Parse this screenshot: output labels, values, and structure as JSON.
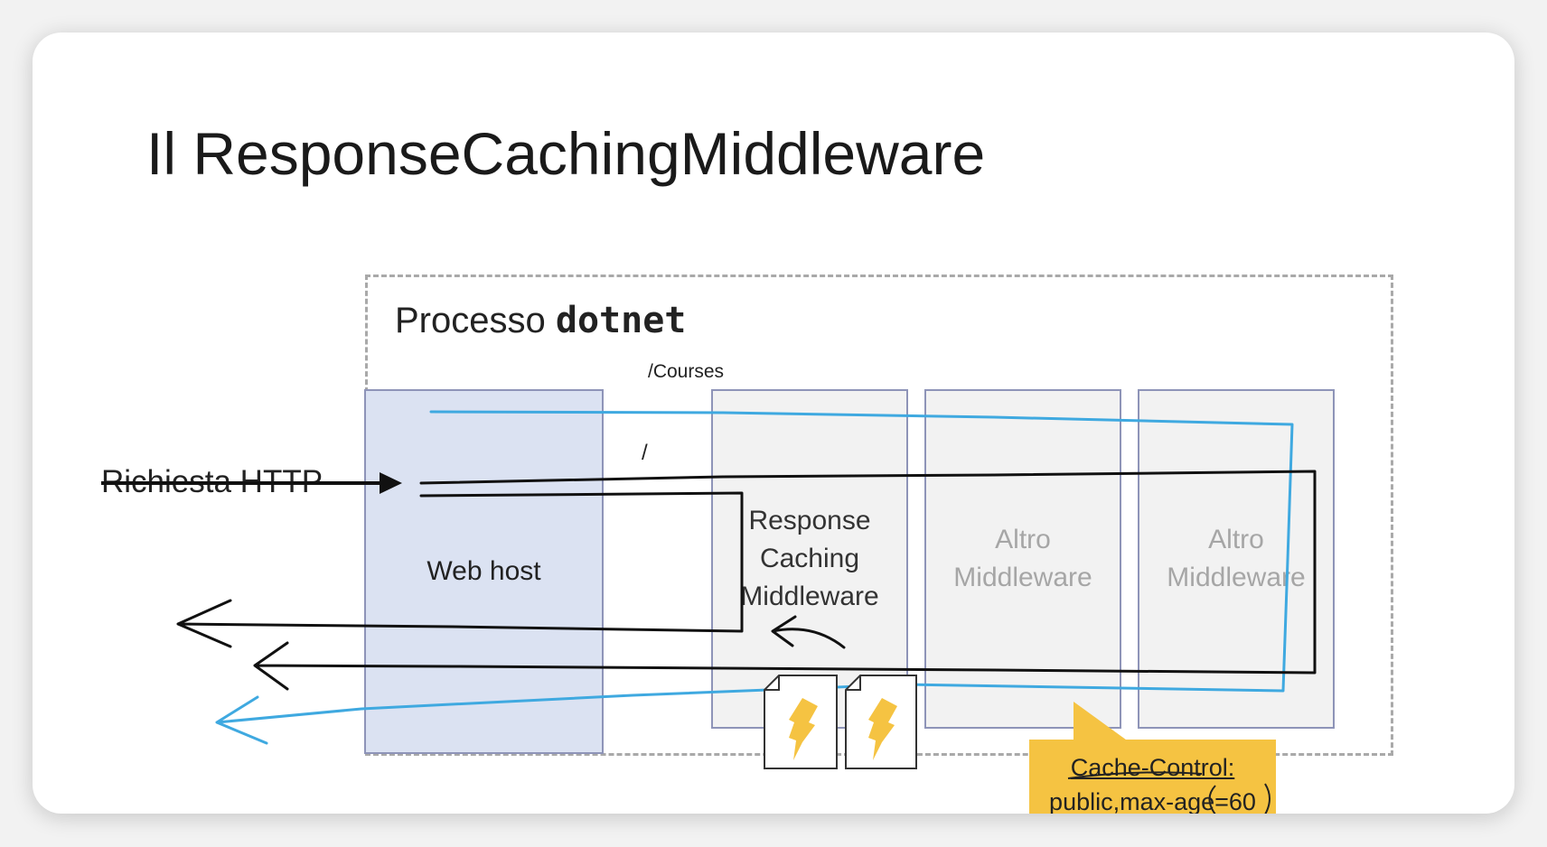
{
  "title": "Il ResponseCachingMiddleware",
  "process_label": {
    "prefix": "Processo",
    "name": "dotnet"
  },
  "path_courses": "/Courses",
  "path_root": "/",
  "request_label": "Richiesta HTTP",
  "boxes": {
    "web_host": "Web host",
    "response_caching": [
      "Response",
      "Caching",
      "Middleware"
    ],
    "other_1": [
      "Altro",
      "Middleware"
    ],
    "other_2": [
      "Altro",
      "Middleware"
    ]
  },
  "callout": {
    "line1": "Cache-Control:",
    "line2": "public,max-age=60"
  },
  "colors": {
    "accent_blue": "#3fa9e0",
    "callout": "#f5c342",
    "web_host_fill": "#dbe2f2"
  },
  "icons": [
    "document-lightning-icon",
    "document-lightning-icon"
  ]
}
